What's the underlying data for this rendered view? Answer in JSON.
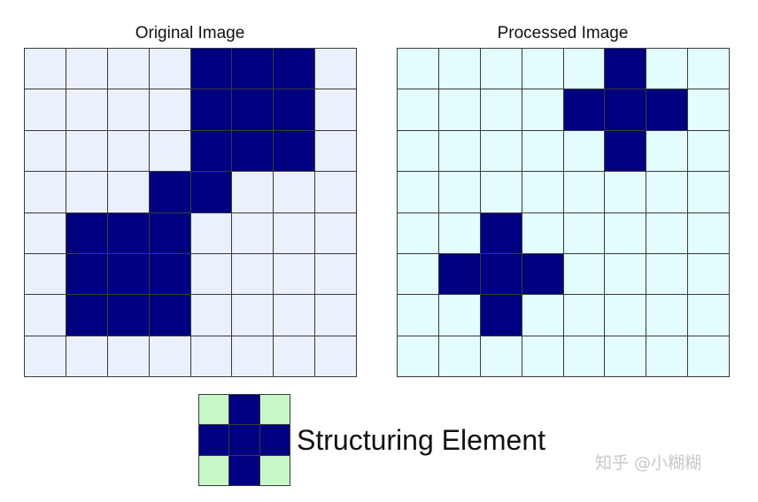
{
  "titles": {
    "original": "Original Image",
    "processed": "Processed Image"
  },
  "structuring_element": {
    "label": "Structuring Element",
    "matrix": [
      [
        0,
        1,
        0
      ],
      [
        1,
        1,
        1
      ],
      [
        0,
        1,
        0
      ]
    ]
  },
  "original_image": {
    "matrix": [
      [
        0,
        0,
        0,
        0,
        1,
        1,
        1,
        0
      ],
      [
        0,
        0,
        0,
        0,
        1,
        1,
        1,
        0
      ],
      [
        0,
        0,
        0,
        0,
        1,
        1,
        1,
        0
      ],
      [
        0,
        0,
        0,
        1,
        1,
        0,
        0,
        0
      ],
      [
        0,
        1,
        1,
        1,
        0,
        0,
        0,
        0
      ],
      [
        0,
        1,
        1,
        1,
        0,
        0,
        0,
        0
      ],
      [
        0,
        1,
        1,
        1,
        0,
        0,
        0,
        0
      ],
      [
        0,
        0,
        0,
        0,
        0,
        0,
        0,
        0
      ]
    ]
  },
  "processed_image": {
    "matrix": [
      [
        0,
        0,
        0,
        0,
        0,
        1,
        0,
        0
      ],
      [
        0,
        0,
        0,
        0,
        1,
        1,
        1,
        0
      ],
      [
        0,
        0,
        0,
        0,
        0,
        1,
        0,
        0
      ],
      [
        0,
        0,
        0,
        0,
        0,
        0,
        0,
        0
      ],
      [
        0,
        0,
        1,
        0,
        0,
        0,
        0,
        0
      ],
      [
        0,
        1,
        1,
        1,
        0,
        0,
        0,
        0
      ],
      [
        0,
        0,
        1,
        0,
        0,
        0,
        0,
        0
      ],
      [
        0,
        0,
        0,
        0,
        0,
        0,
        0,
        0
      ]
    ]
  },
  "colors": {
    "foreground": "#000080",
    "original_background": "#ebf0fd",
    "processed_background": "#e3fdfd",
    "structuring_background": "#c8f7c8",
    "grid_line": "#3a3a3a"
  },
  "watermark": "知乎 @小糊糊"
}
